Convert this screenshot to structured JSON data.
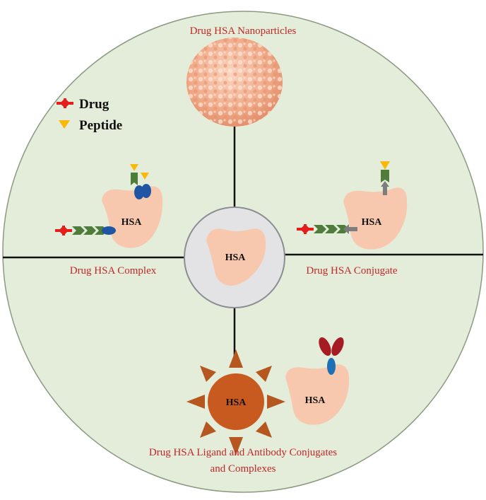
{
  "colors": {
    "background_circle": "#e3edda",
    "circle_outline": "#8a9a80",
    "center_circle": "#e3e2e4",
    "protein": "#f7c8ae",
    "label_red": "#c22727",
    "drug_red": "#e41d1d",
    "peptide_yellow": "#f9b90b",
    "linker_green": "#4e7c3a",
    "antibody_blue": "#1f55a3",
    "arrow_gray": "#7d7d7d",
    "sun_core": "#c8591f",
    "sun_rays": "#b5571f",
    "antibody_red": "#a51d22",
    "nanoparticle": "#f3b293"
  },
  "legend": {
    "drug_label": "Drug",
    "peptide_label": "Peptide"
  },
  "quadrants": {
    "top_label": "Drug HSA Nanoparticles",
    "left_label": "Drug HSA Complex",
    "right_label": "Drug HSA Conjugate",
    "bottom_label_line1": "Drug HSA Ligand and Antibody Conjugates",
    "bottom_label_line2": "and  Complexes"
  },
  "proteins": {
    "center": "HSA",
    "left": "HSA",
    "right": "HSA",
    "bottom_sun": "HSA",
    "bottom_right": "HSA"
  }
}
